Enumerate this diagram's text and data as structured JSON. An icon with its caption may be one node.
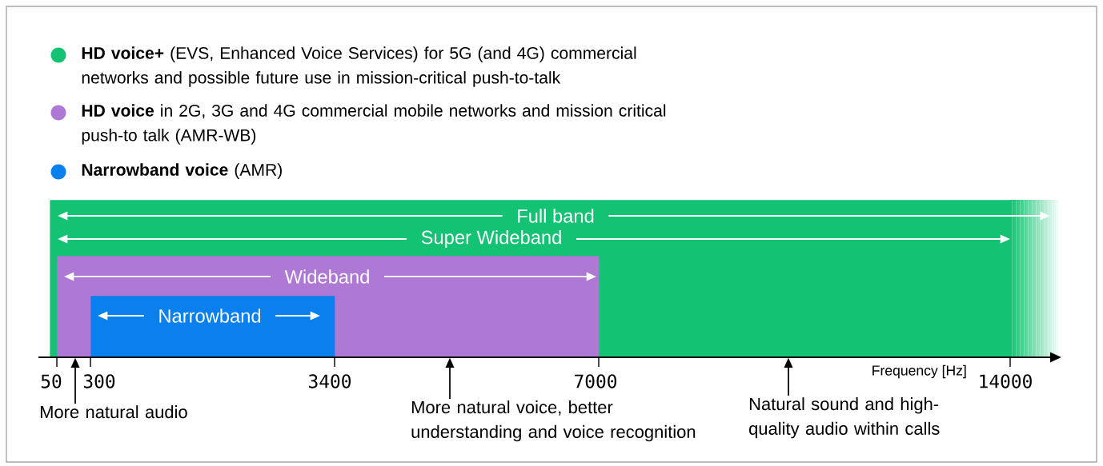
{
  "diagram": {
    "nodes": [
      {
        "text": [
          "Full band",
          "Super Wideband"
        ]
      },
      {
        "text": [
          "Wideband"
        ],
        "in": 0
      },
      {
        "text": [
          "Narrowband"
        ],
        "in": 1
      },
      {
        "text": [
          "More natural audio"
        ]
      },
      {
        "text": [
          "More natural voice, better understanding and voice recognition"
        ]
      },
      {
        "text": [
          "Natural sound and high-quality audio within calls"
        ]
      }
    ],
    "edges": [
      {
        "from": 3,
        "to": 1,
        "arrow": "to"
      },
      {
        "from": 4,
        "to": 1,
        "arrow": "to"
      },
      {
        "from": 5,
        "to": 0,
        "arrow": "to"
      }
    ],
    "labels": [
      "50",
      "300",
      "3400",
      "7000",
      "14000",
      "Frequency [Hz]"
    ],
    "legend": [
      {
        "text": "**HD voice+** (EVS, Enhanced Voice Services) for 5G (and 4G) commercial networks and possible future use in mission-critical push-to-talk",
        "color": "#13c373"
      },
      {
        "text": "**HD voice** in 2G, 3G and 4G commercial mobile networks and mission critical push-to talk (AMR-WB)",
        "color": "#ae79d5"
      },
      {
        "text": "**Narrowband voice** (AMR)",
        "color": "#0a80ee"
      }
    ]
  }
}
